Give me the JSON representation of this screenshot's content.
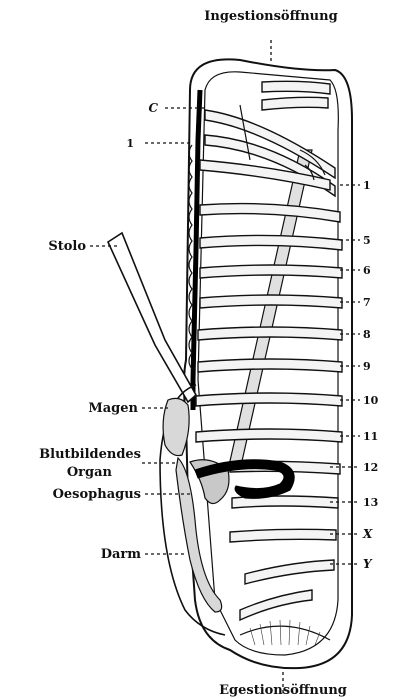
{
  "labels": {
    "top": "Ingestionsöffnung",
    "bottom": "Egestionsöffnung",
    "c": "C",
    "one_left": "1",
    "stolo": "Stolo",
    "magen": "Magen",
    "blut1": "Blutbildendes",
    "blut2": "Organ",
    "oesophagus": "Oesophagus",
    "darm": "Darm"
  },
  "bands_right": [
    "1",
    "5",
    "6",
    "7",
    "8",
    "9",
    "10",
    "11",
    "12",
    "13",
    "X",
    "Y"
  ]
}
